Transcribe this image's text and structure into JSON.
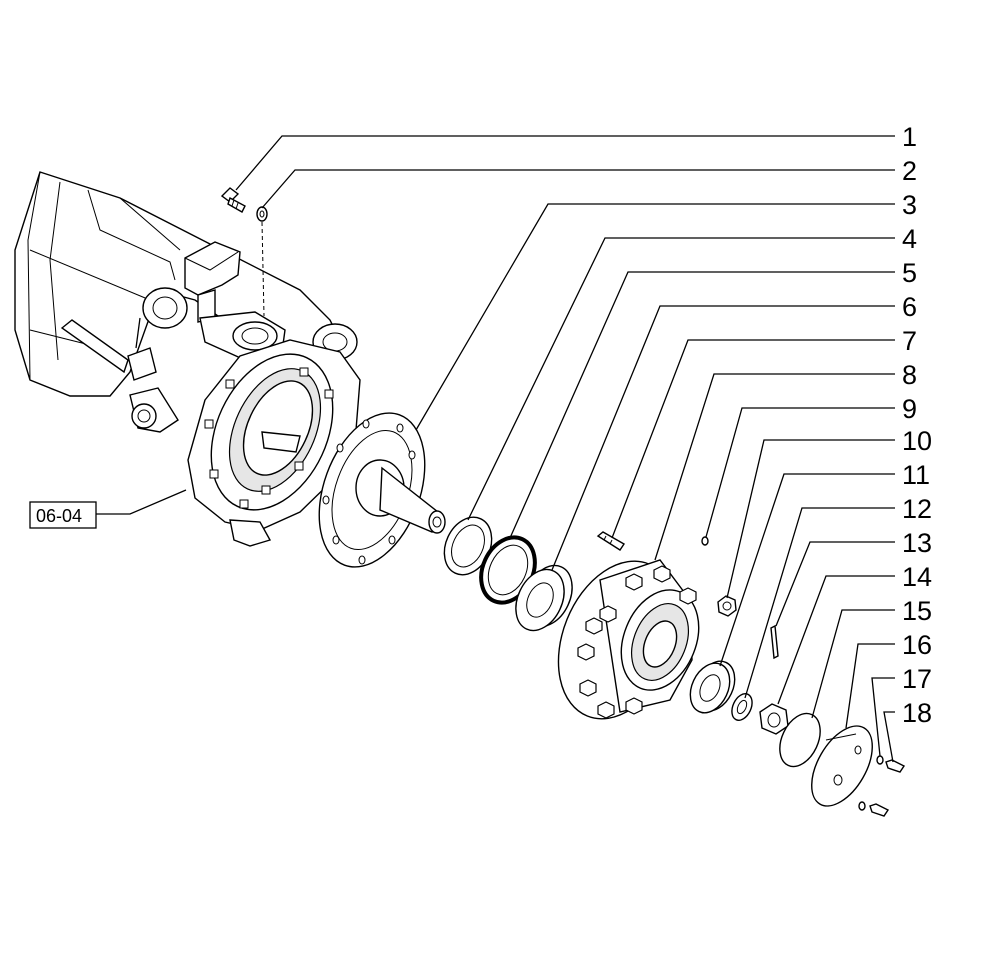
{
  "callouts": [
    "1",
    "2",
    "3",
    "4",
    "5",
    "6",
    "7",
    "8",
    "9",
    "10",
    "11",
    "12",
    "13",
    "14",
    "15",
    "16",
    "17",
    "18"
  ],
  "reference": "06-04"
}
